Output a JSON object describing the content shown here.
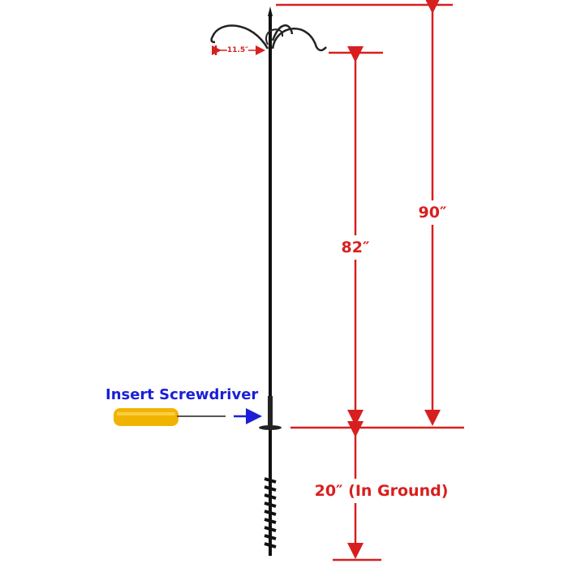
{
  "labels": {
    "total_height": "90″",
    "hook_height": "82″",
    "in_ground": "20″ (In Ground)",
    "hook_reach": "11.5″",
    "instruction": "Insert Screwdriver"
  },
  "colors": {
    "dimension": "#d81f1f",
    "instruction": "#1b1fd6",
    "pole": "#111111",
    "handle": "#f0b400"
  },
  "icons": {
    "screwdriver": "screwdriver-icon",
    "arrow": "arrow-right-icon"
  }
}
